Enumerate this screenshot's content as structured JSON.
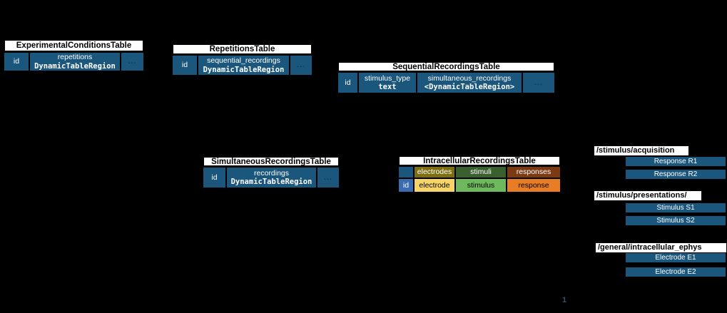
{
  "diagram": {
    "tables": [
      {
        "title": "ExperimentalConditionsTable",
        "columns": [
          {
            "name": "id"
          },
          {
            "name": "repetitions",
            "type": "DynamicTableRegion"
          },
          {
            "name": "..."
          }
        ]
      },
      {
        "title": "RepetitionsTable",
        "columns": [
          {
            "name": "id"
          },
          {
            "name": "sequential_recordings",
            "type": "DynamicTableRegion"
          },
          {
            "name": "..."
          }
        ]
      },
      {
        "title": "SequentialRecordingsTable",
        "columns": [
          {
            "name": "id"
          },
          {
            "name": "stimulus_type",
            "type": "text"
          },
          {
            "name": "simultaneous_recordings",
            "type": "<DynamicTableRegion>"
          },
          {
            "name": "..."
          }
        ]
      },
      {
        "title": "SimultaneousRecordingsTable",
        "columns": [
          {
            "name": "id"
          },
          {
            "name": "recordings",
            "type": "DynamicTableRegion"
          },
          {
            "name": "..."
          }
        ]
      }
    ],
    "intracellular": {
      "title": "IntracellularRecordingsTable",
      "groups": [
        "electrodes",
        "stimuli",
        "responses"
      ],
      "row": [
        "id",
        "electrode",
        "stimulus",
        "response"
      ]
    },
    "hierarchy": [
      {
        "path": "/stimulus/acquisition",
        "items": [
          "Response R1",
          "Response R2"
        ]
      },
      {
        "path": "/stimulus/presentations/",
        "items": [
          "Stimulus S1",
          "Stimulus S2"
        ]
      },
      {
        "path": "/general/intracellular_ephys",
        "items": [
          "Electrode E1",
          "Electrode E2"
        ]
      }
    ],
    "page_number": "1",
    "colors": {
      "background": "#000000",
      "table_blue": "#1B567D",
      "id_blue": "#3A6BB0",
      "ellipsis": "#0E3A55",
      "group_electrodes": "#7D6E12",
      "group_stimuli": "#3A5F2E",
      "group_responses": "#7C3A12",
      "cell_electrode": "#F6D468",
      "cell_stimulus": "#6FB95D",
      "cell_response": "#E87D26",
      "title_bg": "#FFFFFF",
      "title_text": "#000000",
      "cell_text": "#FFFFFF",
      "page_number_color": "#3A4E6E"
    }
  }
}
